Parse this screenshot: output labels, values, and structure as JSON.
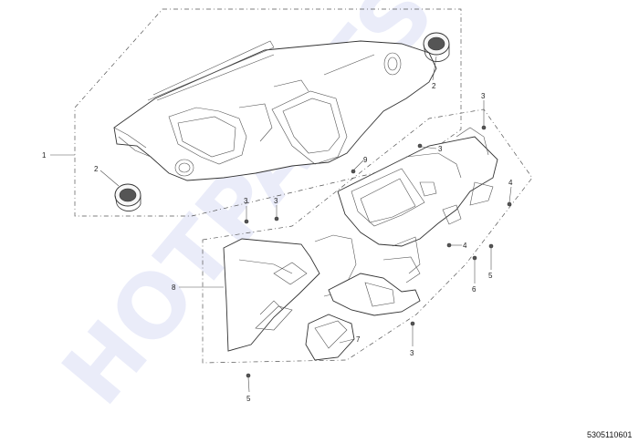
{
  "diagram": {
    "part_code": "5305110601",
    "watermark": "HOTPARTS",
    "callouts": [
      "1",
      "2",
      "2",
      "3",
      "3",
      "3",
      "3",
      "4",
      "4",
      "5",
      "5",
      "6",
      "7",
      "8",
      "9",
      "3"
    ]
  }
}
